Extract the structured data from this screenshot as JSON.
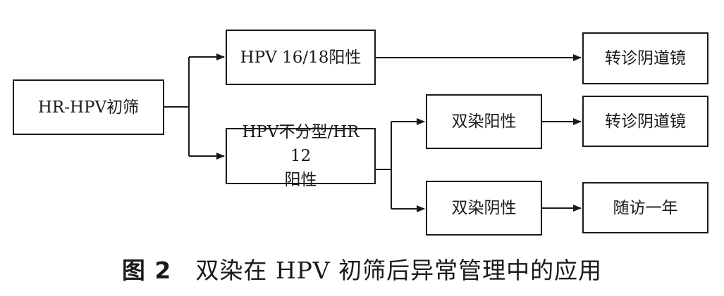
{
  "nodes": {
    "initial": "HR-HPV初筛",
    "hpv1618": "HPV 16/18阳性",
    "colpo1": "转诊阴道镜",
    "hpvother_line1": "HPV不分型/HR 12",
    "hpvother_line2": "阳性",
    "dualpos": "双染阳性",
    "colpo2": "转诊阴道镜",
    "dualneg": "双染阴性",
    "followup": "随访一年"
  },
  "caption": {
    "label": "图 2",
    "text": "双染在 HPV 初筛后异常管理中的应用"
  }
}
